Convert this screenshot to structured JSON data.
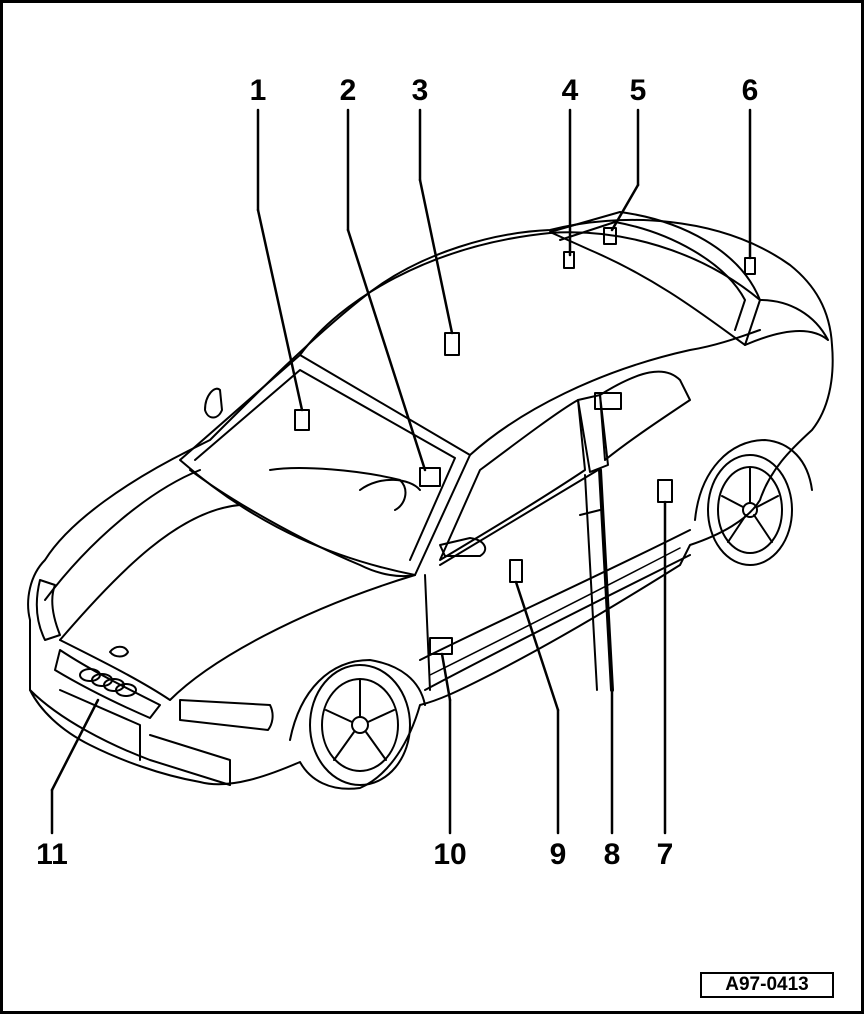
{
  "callouts": {
    "c1": "1",
    "c2": "2",
    "c3": "3",
    "c4": "4",
    "c5": "5",
    "c6": "6",
    "c7": "7",
    "c8": "8",
    "c9": "9",
    "c10": "10",
    "c11": "11"
  },
  "reference": "A97-0413",
  "colors": {
    "ink": "#000000",
    "paper": "#ffffff"
  }
}
